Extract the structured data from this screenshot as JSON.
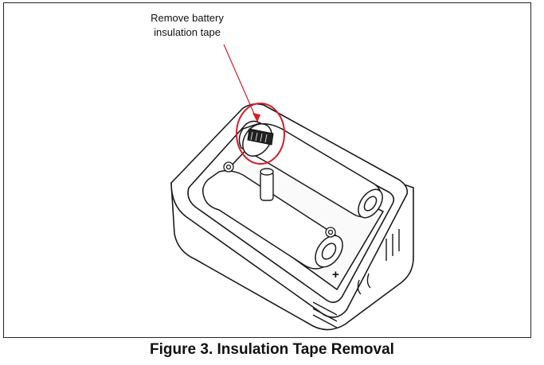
{
  "figure": {
    "callout_line1": "Remove battery",
    "callout_line2": "insulation tape",
    "caption": "Figure 3. Insulation Tape Removal",
    "polarity_plus": "+",
    "highlight_color": "#d0202a"
  }
}
